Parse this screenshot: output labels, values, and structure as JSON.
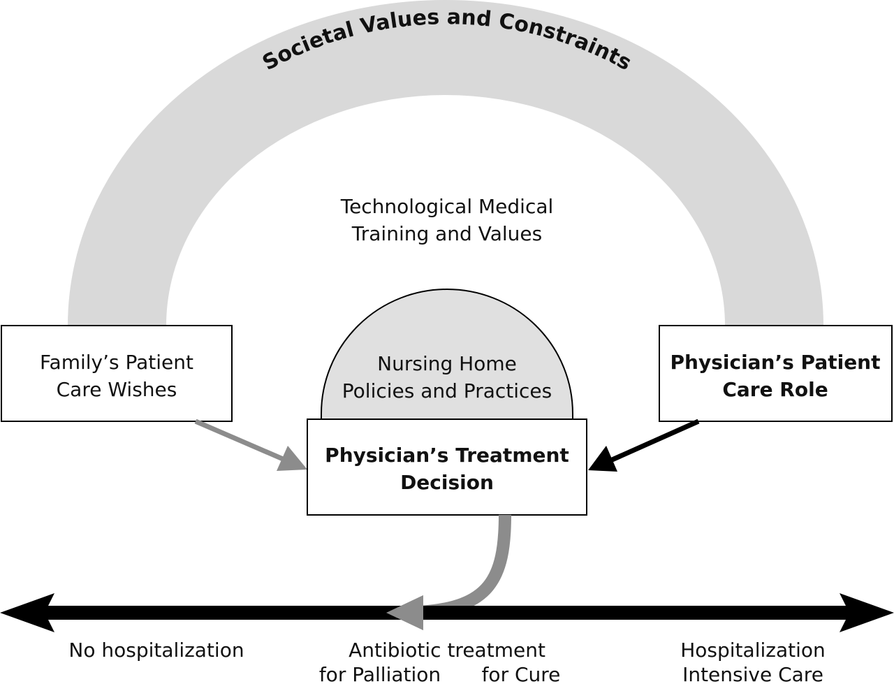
{
  "arc": {
    "label": "Societal Values and Constraints"
  },
  "center_text": {
    "line1": "Technological Medical",
    "line2": "Training and Values"
  },
  "family_box": {
    "line1": "Family’s Patient",
    "line2": "Care Wishes"
  },
  "physician_role_box": {
    "line1": "Physician’s Patient",
    "line2": "Care Role"
  },
  "nursing_dome": {
    "line1": "Nursing Home",
    "line2": "Policies and Practices"
  },
  "decision_box": {
    "line1": "Physician’s Treatment",
    "line2": "Decision"
  },
  "spectrum": {
    "left": "No hospitalization",
    "middle_line1": "Antibiotic treatment",
    "middle_left": "for Palliation",
    "middle_right": "for Cure",
    "right_line1": "Hospitalization",
    "right_line2": "Intensive Care"
  },
  "colors": {
    "arc": "#d9d9d9",
    "dome": "#e0e0e0",
    "gray_arrow": "#8c8c8c",
    "black": "#000000"
  }
}
